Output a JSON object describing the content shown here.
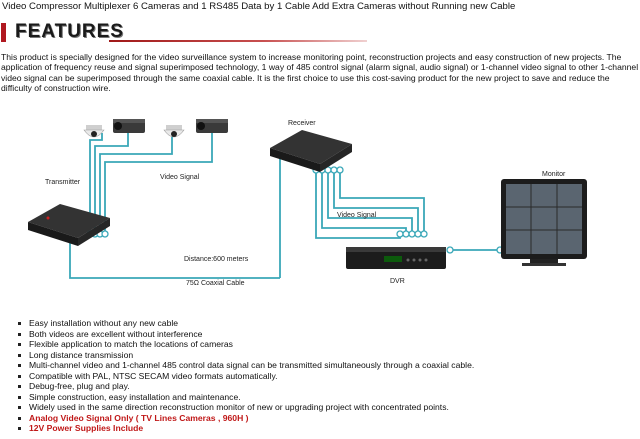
{
  "page_title": "Video Compressor  Multiplexer 6 Cameras and 1 RS485 Data by 1 Cable Add Extra Cameras without Running new Cable",
  "section_heading": "FEATURES",
  "intro_paragraph": "This product is specially designed for the video surveillance system to increase monitoring point, reconstruction projects and easy construction of new projects. The application of frequency reuse and signal superimposed technology, 1 way of 485 control signal (alarm signal, audio signal) or 1-channel video signal to other 1-channel video signal can be superimposed through the same coaxial cable. It is the first choice to use this cost-saving product for the new project to save and reduce the difficulty of construction wire.",
  "diagram": {
    "labels": {
      "transmitter": "Transmitter",
      "receiver": "Receiver",
      "monitor": "Monitor",
      "video_signal_left": "Video Signal",
      "video_signal_right": "Video Signal",
      "distance": "Distance:600 meters",
      "cable": "75Ω Coaxial Cable",
      "dvr": "DVR"
    },
    "colors": {
      "wire": "#3aa7b8",
      "device": "#1e1e1e",
      "camera_body": "#e8e8e8",
      "monitor_screen": "#5a6570"
    }
  },
  "features": [
    {
      "text": "Easy installation without any new cable",
      "highlight": false
    },
    {
      "text": "Both videos are excellent without interference",
      "highlight": false
    },
    {
      "text": "Flexible application to match the locations of cameras",
      "highlight": false
    },
    {
      "text": "Long distance transmission",
      "highlight": false
    },
    {
      "text": "Multi-channel video and 1-channel 485 control data signal can be transmitted simultaneously through a coaxial cable.",
      "highlight": false
    },
    {
      "text": "Compatible with PAL, NTSC SECAM video formats automatically.",
      "highlight": false
    },
    {
      "text": "Debug-free, plug and play.",
      "highlight": false
    },
    {
      "text": "Simple construction, easy installation and maintenance.",
      "highlight": false
    },
    {
      "text": "Widely used in the same direction reconstruction monitor of new or upgrading project with concentrated points.",
      "highlight": false
    },
    {
      "text": "Analog Video Signal Only ( TV Lines Cameras , 960H )",
      "highlight": true
    },
    {
      "text": "12V Power Supplies Include",
      "highlight": true
    }
  ]
}
